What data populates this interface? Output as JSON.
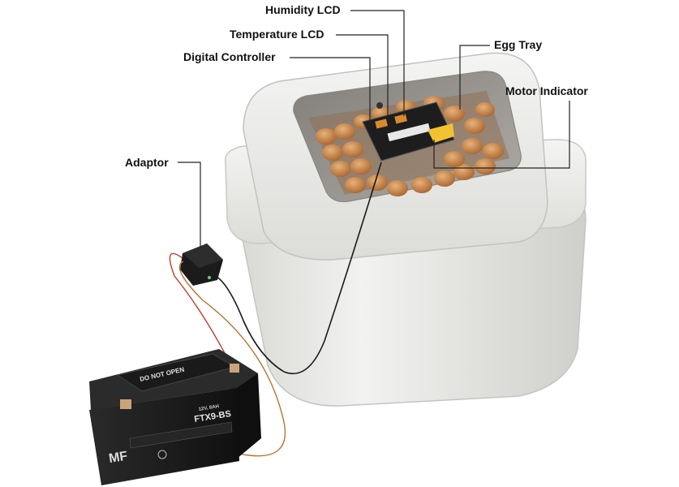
{
  "labels": {
    "humidity_lcd": "Humidity LCD",
    "temperature_lcd": "Temperature LCD",
    "digital_controller": "Digital Controller",
    "egg_tray": "Egg Tray",
    "motor_indicator": "Motor Indicator",
    "adaptor": "Adaptor"
  },
  "battery": {
    "warning": "DO NOT OPEN",
    "model": "FTX9-BS",
    "spec": "12V, 8AH",
    "brand_mark": "MF"
  },
  "colors": {
    "incubator_body": "#e9e9e7",
    "battery_body": "#1c1c1c",
    "egg": "#c98a4e",
    "leader_line": "#222222"
  }
}
